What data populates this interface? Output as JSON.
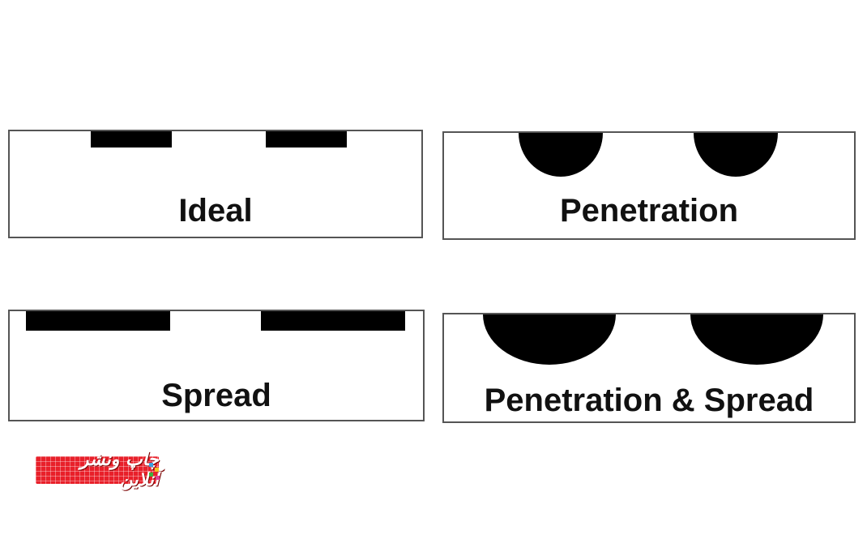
{
  "panels": {
    "ideal": {
      "label": "Ideal"
    },
    "penetration": {
      "label": "Penetration"
    },
    "spread": {
      "label": "Spread"
    },
    "penetration_spread": {
      "label": "Penetration & Spread"
    }
  },
  "logo": {
    "text": "چاپ ونشر آنلاین"
  },
  "colors": {
    "ink": "#000000",
    "border": "#555555",
    "logo_bg": "#e8202a"
  }
}
